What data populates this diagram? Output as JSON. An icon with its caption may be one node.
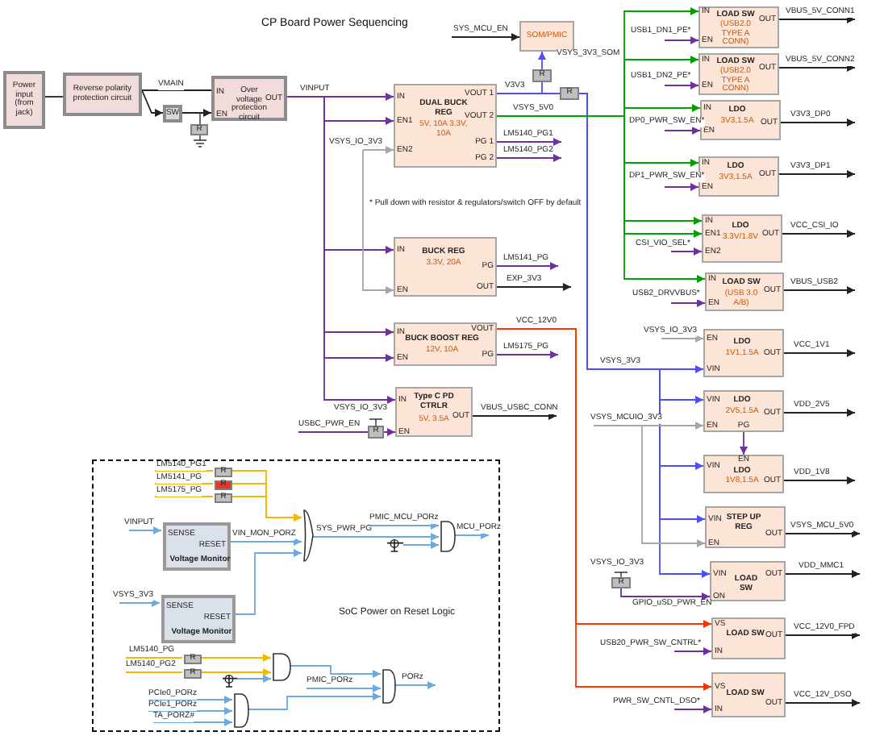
{
  "diagram": {
    "title": "CP Board Power Sequencing",
    "nodes": [
      {
        "text": [
          "Power input (from jack)"
        ]
      },
      {
        "text": [
          "Reverse polarity protection circuit"
        ]
      },
      {
        "text": [
          "SW"
        ]
      },
      {
        "text": [
          "R"
        ]
      },
      {
        "text": [
          "IN",
          "Over voltage protection circuit",
          "OUT",
          "EN"
        ]
      },
      {
        "text": [
          "SOM/PMIC"
        ]
      },
      {
        "text": [
          "R"
        ]
      },
      {
        "text": [
          "R"
        ]
      },
      {
        "text": [
          "IN",
          "EN1",
          "EN2",
          "DUAL BUCK REG",
          "5V, 10A 3.3V, 10A",
          "VOUT 1",
          "VOUT 2",
          "PG 1",
          "PG 2"
        ]
      },
      {
        "text": [
          "IN",
          "EN",
          "BUCK REG",
          "3.3V, 20A",
          "PG",
          "OUT"
        ]
      },
      {
        "text": [
          "IN",
          "EN",
          "BUCK BOOST REG",
          "12V, 10A",
          "VOUT",
          "PG"
        ]
      },
      {
        "text": [
          "IN",
          "EN",
          "Type C PD CTRLR",
          "5V, 3.5A",
          "OUT"
        ]
      },
      {
        "text": [
          "R"
        ]
      },
      {
        "text": [
          "IN",
          "EN",
          "LOAD SW",
          "(USB2.0 TYPE A CONN)",
          "OUT"
        ]
      },
      {
        "text": [
          "IN",
          "EN",
          "LOAD SW",
          "(USB2.0 TYPE A CONN)",
          "OUT"
        ]
      },
      {
        "text": [
          "IN",
          "EN",
          "LDO",
          "3V3,1.5A",
          "OUT"
        ]
      },
      {
        "text": [
          "IN",
          "EN",
          "LDO",
          "3V3,1.5A",
          "OUT"
        ]
      },
      {
        "text": [
          "IN",
          "EN1",
          "EN2",
          "LDO",
          "3.3V/1.8V",
          "OUT"
        ]
      },
      {
        "text": [
          "IN",
          "EN",
          "LOAD SW",
          "(USB 3.0 A/B)",
          "OUT"
        ]
      },
      {
        "text": [
          "EN",
          "VIN",
          "LDO",
          "1V1,1.5A",
          "OUT"
        ]
      },
      {
        "text": [
          "VIN",
          "EN",
          "LDO",
          "2V5,1.5A",
          "PG",
          "OUT"
        ]
      },
      {
        "text": [
          "EN",
          "LDO",
          "1V8,1.5A",
          "VIN",
          "OUT"
        ]
      },
      {
        "text": [
          "VIN",
          "EN",
          "STEP UP REG",
          "OUT"
        ]
      },
      {
        "text": [
          "VIN",
          "LOAD SW",
          "OUT",
          "ON"
        ]
      },
      {
        "text": [
          "R"
        ]
      },
      {
        "text": [
          "VS",
          "LOAD SW",
          "IN",
          "OUT"
        ]
      },
      {
        "text": [
          "VS",
          "LOAD SW",
          "IN",
          "OUT"
        ]
      },
      {
        "text": [
          "SoC Power on Reset Logic"
        ]
      },
      {
        "text": [
          "R"
        ],
        "in": 27
      },
      {
        "text": [
          "R"
        ],
        "in": 27
      },
      {
        "text": [
          "R"
        ],
        "in": 27
      },
      {
        "text": [
          "SENSE",
          "RESET",
          "Voltage Monitor"
        ],
        "in": 27
      },
      {
        "text": [
          "SENSE",
          "RESET",
          "Voltage Monitor"
        ],
        "in": 27
      },
      {
        "text": [],
        "shape": "gate",
        "in": 27
      },
      {
        "text": [],
        "shape": "gate",
        "in": 27
      },
      {
        "text": [
          "R"
        ],
        "in": 27
      },
      {
        "text": [
          "R"
        ],
        "in": 27
      },
      {
        "text": [],
        "shape": "gate",
        "in": 27
      },
      {
        "text": [],
        "shape": "gate",
        "in": 27
      },
      {
        "text": [],
        "shape": "gate",
        "in": 27
      },
      {
        "text": [],
        "shape": "transistor",
        "in": 27
      },
      {
        "text": [],
        "shape": "transistor",
        "in": 27
      }
    ],
    "edges": [
      {
        "from": 0,
        "to": 1,
        "arrow": "none",
        "color": "#222222"
      },
      {
        "from": 1,
        "to": 4,
        "arrow": "none",
        "label": "VMAIN",
        "color": "#222222"
      },
      {
        "from": 1,
        "to": 2,
        "arrow": "to",
        "color": "#222222"
      },
      {
        "from": 2,
        "to": 4,
        "arrow": "to",
        "color": "#222222"
      },
      {
        "from": 4,
        "to": 8,
        "arrow": "to",
        "label": "VINPUT",
        "color": "#7030a0"
      },
      {
        "from": 4,
        "to": 8,
        "arrow": "to",
        "color": "#7030a0"
      },
      {
        "from": 4,
        "to": 9,
        "arrow": "to",
        "color": "#7030a0"
      },
      {
        "from": 4,
        "to": 10,
        "arrow": "to",
        "color": "#7030a0"
      },
      {
        "from": 4,
        "to": 10,
        "arrow": "to",
        "color": "#7030a0"
      },
      {
        "from": 4,
        "to": 11,
        "arrow": "to",
        "color": "#7030a0"
      },
      {
        "from": null,
        "to": 8,
        "arrow": "to",
        "label": "VSYS_IO_3V3",
        "color": "#a6a6a6"
      },
      {
        "from": null,
        "to": 9,
        "arrow": "to",
        "color": "#a6a6a6"
      },
      {
        "from": null,
        "to": 5,
        "arrow": "to",
        "label": "SYS_MCU_EN",
        "color": "#222222"
      },
      {
        "from": 8,
        "to": 6,
        "arrow": "none",
        "color": "#4d4dff"
      },
      {
        "from": 6,
        "to": 5,
        "arrow": "to",
        "label": "VSYS_3V3_SOM",
        "color": "#4d4dff"
      },
      {
        "from": 8,
        "to": 7,
        "arrow": "none",
        "label": "V3V3",
        "color": "#4d4dff"
      },
      {
        "from": 7,
        "to": 19,
        "arrow": "to",
        "label": "VSYS_3V3",
        "color": "#4d4dff"
      },
      {
        "from": 7,
        "to": 20,
        "arrow": "to",
        "color": "#4d4dff"
      },
      {
        "from": 7,
        "to": 21,
        "arrow": "to",
        "color": "#4d4dff"
      },
      {
        "from": 7,
        "to": 22,
        "arrow": "to",
        "color": "#4d4dff"
      },
      {
        "from": 7,
        "to": 23,
        "arrow": "to",
        "color": "#4d4dff"
      },
      {
        "from": 8,
        "to": 13,
        "arrow": "to",
        "label": "VSYS_5V0",
        "color": "#00a000"
      },
      {
        "from": 8,
        "to": 14,
        "arrow": "to",
        "color": "#00a000"
      },
      {
        "from": 8,
        "to": 15,
        "arrow": "to",
        "color": "#00a000"
      },
      {
        "from": 8,
        "to": 16,
        "arrow": "to",
        "color": "#00a000"
      },
      {
        "from": 8,
        "to": 17,
        "arrow": "to",
        "color": "#00a000"
      },
      {
        "from": 8,
        "to": 17,
        "arrow": "to",
        "color": "#00a000"
      },
      {
        "from": 8,
        "to": 18,
        "arrow": "to",
        "color": "#00a000"
      },
      {
        "from": 8,
        "to": null,
        "arrow": "to",
        "label": "LM5140_PG1",
        "color": "#7030a0"
      },
      {
        "from": 8,
        "to": null,
        "arrow": "to",
        "label": "LM5140_PG2",
        "color": "#7030a0"
      },
      {
        "from": 9,
        "to": null,
        "arrow": "to",
        "label": "LM5141_PG",
        "color": "#7030a0"
      },
      {
        "from": 9,
        "to": null,
        "arrow": "to",
        "label": "EXP_3V3",
        "color": "#222222"
      },
      {
        "from": 10,
        "to": 25,
        "arrow": "to",
        "label": "VCC_12V0",
        "color": "#ff3300"
      },
      {
        "from": 10,
        "to": 26,
        "arrow": "to",
        "color": "#ff3300"
      },
      {
        "from": 10,
        "to": null,
        "arrow": "to",
        "label": "LM5175_PG",
        "color": "#7030a0"
      },
      {
        "from": 11,
        "to": null,
        "arrow": "to",
        "label": "VBUS_USBC_CONN",
        "color": "#222222"
      },
      {
        "from": null,
        "to": 11,
        "arrow": "to",
        "label": "USBC_PWR_EN",
        "color": "#7030a0"
      },
      {
        "from": null,
        "to": 13,
        "arrow": "to",
        "label": "USB1_DN1_PE*",
        "color": "#7030a0"
      },
      {
        "from": 13,
        "to": null,
        "arrow": "to",
        "label": "VBUS_5V_CONN1",
        "color": "#222222"
      },
      {
        "from": null,
        "to": 14,
        "arrow": "to",
        "label": "USB1_DN2_PE*",
        "color": "#7030a0"
      },
      {
        "from": 14,
        "to": null,
        "arrow": "to",
        "label": "VBUS_5V_CONN2",
        "color": "#222222"
      },
      {
        "from": null,
        "to": 15,
        "arrow": "to",
        "label": "DP0_PWR_SW_EN*",
        "color": "#7030a0"
      },
      {
        "from": 15,
        "to": null,
        "arrow": "to",
        "label": "V3V3_DP0",
        "color": "#222222"
      },
      {
        "from": null,
        "to": 16,
        "arrow": "to",
        "label": "DP1_PWR_SW_EN*",
        "color": "#7030a0"
      },
      {
        "from": 16,
        "to": null,
        "arrow": "to",
        "label": "V3V3_DP1",
        "color": "#222222"
      },
      {
        "from": null,
        "to": 17,
        "arrow": "to",
        "label": "CSI_VIO_SEL*",
        "color": "#7030a0"
      },
      {
        "from": 17,
        "to": null,
        "arrow": "to",
        "label": "VCC_CSI_IO",
        "color": "#222222"
      },
      {
        "from": null,
        "to": 18,
        "arrow": "to",
        "label": "USB2_DRVVBUS*",
        "color": "#7030a0"
      },
      {
        "from": 18,
        "to": null,
        "arrow": "to",
        "label": "VBUS_USB2",
        "color": "#222222"
      },
      {
        "from": null,
        "to": 19,
        "arrow": "to",
        "label": "VSYS_IO_3V3",
        "color": "#a6a6a6"
      },
      {
        "from": 19,
        "to": null,
        "arrow": "to",
        "label": "VCC_1V1",
        "color": "#222222"
      },
      {
        "from": null,
        "to": 20,
        "arrow": "to",
        "label": "VSYS_MCUIO_3V3",
        "color": "#a6a6a6"
      },
      {
        "from": null,
        "to": 22,
        "arrow": "to",
        "color": "#a6a6a6"
      },
      {
        "from": 20,
        "to": 21,
        "arrow": "to",
        "color": "#7030a0"
      },
      {
        "from": 20,
        "to": null,
        "arrow": "to",
        "label": "VDD_2V5",
        "color": "#222222"
      },
      {
        "from": 21,
        "to": null,
        "arrow": "to",
        "label": "VDD_1V8",
        "color": "#222222"
      },
      {
        "from": 22,
        "to": null,
        "arrow": "to",
        "label": "VSYS_MCU_5V0",
        "color": "#222222"
      },
      {
        "from": 24,
        "to": 23,
        "arrow": "to",
        "label": "GPIO_uSD_PWR_EN",
        "color": "#7030a0"
      },
      {
        "from": 23,
        "to": null,
        "arrow": "to",
        "label": "VDD_MMC1",
        "color": "#222222"
      },
      {
        "from": null,
        "to": 25,
        "arrow": "to",
        "label": "USB20_PWR_SW_CNTRL*",
        "color": "#7030a0"
      },
      {
        "from": 25,
        "to": null,
        "arrow": "to",
        "label": "VCC_12V0_FPD",
        "color": "#222222"
      },
      {
        "from": null,
        "to": 26,
        "arrow": "to",
        "label": "PWR_SW_CNTL_DSO*",
        "color": "#7030a0"
      },
      {
        "from": 26,
        "to": null,
        "arrow": "to",
        "label": "VCC_12V_DSO",
        "color": "#222222"
      },
      {
        "from": null,
        "to": 28,
        "arrow": "none",
        "label": "LM5140_PG1",
        "color": "#f5b800"
      },
      {
        "from": null,
        "to": 29,
        "arrow": "none",
        "label": "LM5141_PG",
        "color": "#f5b800"
      },
      {
        "from": null,
        "to": 30,
        "arrow": "none",
        "label": "LM5175_PG",
        "color": "#f5b800"
      },
      {
        "from": 28,
        "to": 33,
        "arrow": "to",
        "color": "#f5b800"
      },
      {
        "from": 29,
        "to": 33,
        "arrow": "to",
        "color": "#f5b800"
      },
      {
        "from": 30,
        "to": 33,
        "arrow": "to",
        "color": "#f5b800"
      },
      {
        "from": null,
        "to": 31,
        "arrow": "to",
        "label": "VINPUT",
        "color": "#6fa8dc"
      },
      {
        "from": 31,
        "to": 33,
        "arrow": "to",
        "label": "VIN_MON_PORZ",
        "color": "#6fa8dc"
      },
      {
        "from": null,
        "to": 32,
        "arrow": "to",
        "label": "VSYS_3V3",
        "color": "#6fa8dc"
      },
      {
        "from": 32,
        "to": 33,
        "arrow": "to",
        "color": "#6fa8dc"
      },
      {
        "from": 33,
        "to": 34,
        "arrow": "to",
        "label": "SYS_PWR_PG",
        "color": "#6fa8dc"
      },
      {
        "from": null,
        "to": 34,
        "arrow": "to",
        "label": "PMIC_MCU_PORz",
        "color": "#6fa8dc"
      },
      {
        "from": 40,
        "to": 34,
        "arrow": "to",
        "color": "#6fa8dc"
      },
      {
        "from": 34,
        "to": null,
        "arrow": "to",
        "label": "MCU_PORz",
        "color": "#6fa8dc"
      },
      {
        "from": null,
        "to": 35,
        "arrow": "none",
        "label": "LM5140_PG",
        "color": "#f5b800"
      },
      {
        "from": null,
        "to": 36,
        "arrow": "none",
        "label": "LM5140_PG2",
        "color": "#f5b800"
      },
      {
        "from": 35,
        "to": 37,
        "arrow": "to",
        "color": "#f5b800"
      },
      {
        "from": 36,
        "to": 37,
        "arrow": "to",
        "color": "#f5b800"
      },
      {
        "from": 41,
        "to": 37,
        "arrow": "to",
        "color": "#6fa8dc"
      },
      {
        "from": null,
        "to": 38,
        "arrow": "to",
        "label": "PCIe0_PORz",
        "color": "#6fa8dc"
      },
      {
        "from": null,
        "to": 38,
        "arrow": "to",
        "label": "PCIe1_PORz",
        "color": "#6fa8dc"
      },
      {
        "from": null,
        "to": 38,
        "arrow": "to",
        "label": "TA_PORZ#",
        "color": "#6fa8dc"
      },
      {
        "from": 37,
        "to": 39,
        "arrow": "to",
        "color": "#6fa8dc"
      },
      {
        "from": null,
        "to": 39,
        "arrow": "to",
        "label": "PMIC_PORz",
        "color": "#6fa8dc"
      },
      {
        "from": 38,
        "to": 39,
        "arrow": "to",
        "color": "#6fa8dc"
      },
      {
        "from": 39,
        "to": null,
        "arrow": "to",
        "label": "PORz",
        "color": "#6fa8dc"
      }
    ],
    "labels": [
      "* Pull down with resistor & regulators/switch OFF by default",
      "VSYS_IO_3V3",
      "VSYS_IO_3V3"
    ]
  }
}
